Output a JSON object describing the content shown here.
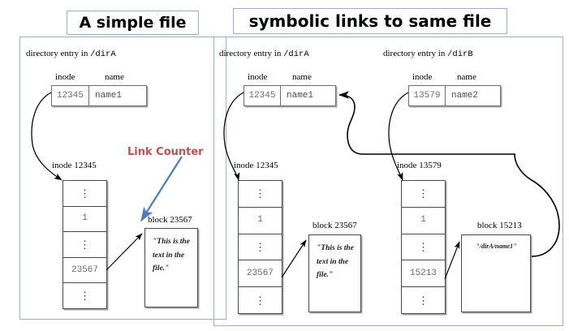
{
  "panels": {
    "left": {
      "title": "A simple file",
      "dir_label_prefix": "directory entry in ",
      "dir_label_path": "/dirA",
      "col_inode": "inode",
      "col_name": "name",
      "entry": {
        "inode": "12345",
        "name": "name1"
      },
      "inode_label": "inode 12345",
      "inode_cells": [
        "⋮",
        "1",
        "⋮",
        "23567",
        "⋮"
      ],
      "block_label": "block 23567",
      "block_text": "\"This is the text in the file.\"",
      "annotation": "Link Counter",
      "annotation_color": "#c0504d",
      "annotation_arrow_color": "#4a7ebb"
    },
    "right": {
      "title": "symbolic links to same file",
      "dirA": {
        "dir_label_prefix": "directory entry in ",
        "dir_label_path": "/dirA",
        "col_inode": "inode",
        "col_name": "name",
        "entry": {
          "inode": "12345",
          "name": "name1"
        },
        "inode_label": "inode 12345",
        "inode_cells": [
          "⋮",
          "1",
          "⋮",
          "23567",
          "⋮"
        ],
        "block_label": "block 23567",
        "block_text": "\"This is the text in the file.\""
      },
      "dirB": {
        "dir_label_prefix": "directory entry in ",
        "dir_label_path": "/dirB",
        "col_inode": "inode",
        "col_name": "name",
        "entry": {
          "inode": "13579",
          "name": "name2"
        },
        "inode_label": "inode 13579",
        "inode_cells": [
          "⋮",
          "1",
          "⋮",
          "15213",
          "⋮"
        ],
        "block_label": "block 15213",
        "block_text": "\"/dirA/name1\""
      }
    }
  },
  "colors": {
    "panel_border": "#9dafd0",
    "box_border": "#4a4a4a",
    "arrow": "#000000",
    "accent_red": "#c0504d",
    "accent_blue": "#4a7ebb",
    "value_gray": "#6a6a6a"
  }
}
